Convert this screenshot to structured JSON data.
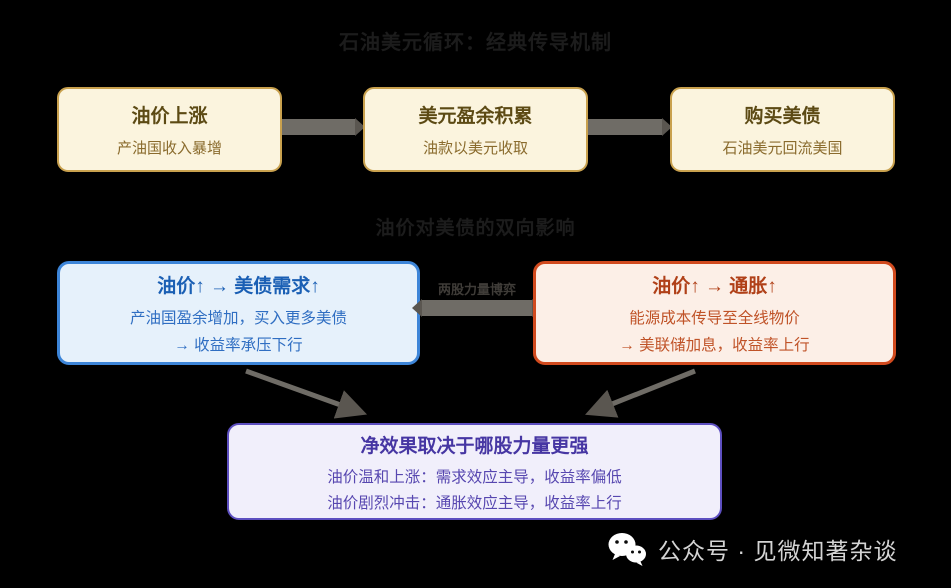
{
  "colors": {
    "background": "#000000",
    "cream_box_bg": "#FBF4DE",
    "cream_box_border": "#C9A14E",
    "cream_title": "#5C4A14",
    "cream_subtitle": "#8A6B2D",
    "blue_box_bg": "#E6F1FB",
    "blue_box_border": "#3D85D8",
    "blue_title": "#1A5FB4",
    "blue_text": "#2F6EC2",
    "orange_box_bg": "#FCEFE7",
    "orange_box_border": "#D14A1E",
    "orange_title": "#B04018",
    "orange_text": "#C05328",
    "purple_box_bg": "#F1EFFB",
    "purple_box_border": "#5D4FC0",
    "purple_title": "#4636A3",
    "purple_text": "#5747B0",
    "connector_gray": "#6F6C66",
    "section_title_text": "#1C1C1C",
    "watermark_text": "#D4D4D4"
  },
  "section1": {
    "title": "石油美元循环：经典传导机制",
    "boxes": [
      {
        "title": "油价上涨",
        "subtitle": "产油国收入暴增"
      },
      {
        "title": "美元盈余积累",
        "subtitle": "油款以美元收取"
      },
      {
        "title": "购买美债",
        "subtitle": "石油美元回流美国"
      }
    ]
  },
  "section2": {
    "title": "油价对美债的双向影响",
    "left_box": {
      "title": "油价↑ → 美债需求↑",
      "line1": "产油国盈余增加，买入更多美债",
      "line2": "→ 收益率承压下行"
    },
    "right_box": {
      "title": "油价↑ → 通胀↑",
      "line1": "能源成本传导至全线物价",
      "line2": "→ 美联储加息，收益率上行"
    },
    "versus_label": "两股力量博弈"
  },
  "conclusion": {
    "title": "净效果取决于哪股力量更强",
    "line1": "油价温和上涨：需求效应主导，收益率偏低",
    "line2": "油价剧烈冲击：通胀效应主导，收益率上行"
  },
  "watermark": {
    "icon": "wechat-icon",
    "text": "公众号 · 见微知著杂谈"
  }
}
